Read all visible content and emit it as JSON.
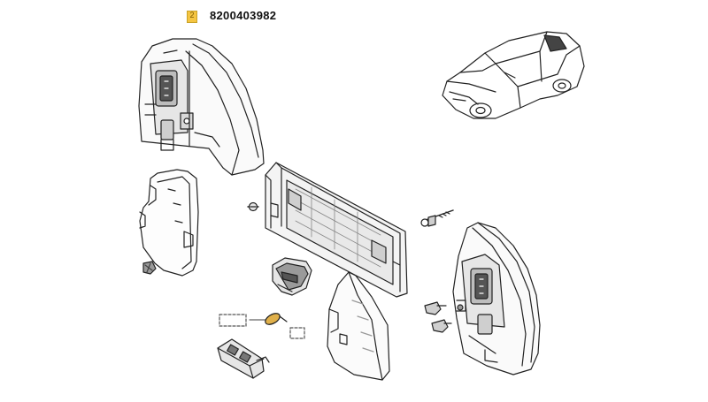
{
  "callout": {
    "number": "2",
    "color": "#f5c542"
  },
  "part_number": "8200403982",
  "colors": {
    "line": "#222222",
    "fill_light": "#f2f2f2",
    "fill_mid": "#dcdcdc",
    "fill_dark": "#9a9a9a"
  },
  "components": [
    "tail-lamp-housing-left",
    "lamp-backing-cover",
    "tail-lamp-housing-right",
    "bulb-holder-panel",
    "side-cover",
    "socket",
    "connector"
  ]
}
